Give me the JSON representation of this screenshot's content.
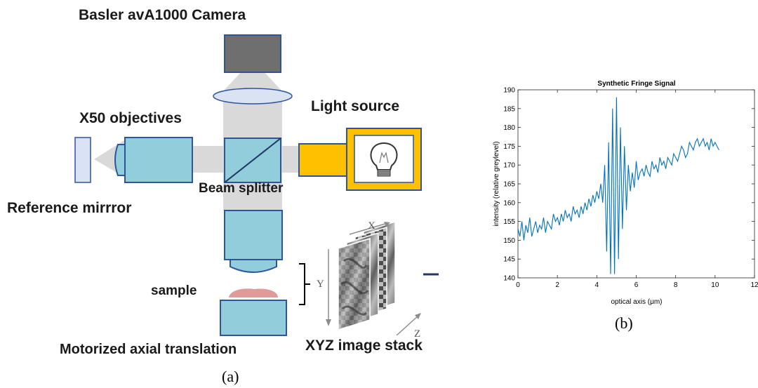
{
  "diagram": {
    "labels": {
      "camera": "Basler avA1000 Camera",
      "objectives": "X50 objectives",
      "light_source": "Light source",
      "beam_splitter": "Beam splitter",
      "reference_mirror": "Reference mirrror",
      "sample": "sample",
      "motorized": "Motorized axial translation",
      "stack": "XYZ image stack",
      "axis_x": "X",
      "axis_y": "Y",
      "axis_z": "Z"
    },
    "caption": "(a)",
    "colors": {
      "component_fill": "#92cddc",
      "component_stroke": "#2f5597",
      "camera_fill": "#6f6f6f",
      "beam": "#d9d9d9",
      "light_fill": "#ffc000",
      "lens_fill": "#dae3f3",
      "sample_fill": "#e09a9a",
      "mirror_fill": "#dae3f3"
    },
    "icons": [
      "light-bulb-icon",
      "image-stack-icon"
    ]
  },
  "chart_data": {
    "type": "line",
    "title": "Synthetic Fringe Signal",
    "xlabel": "optical axis (μm)",
    "ylabel": "intensity (relative greylevel)",
    "xlim": [
      0,
      12
    ],
    "ylim": [
      140,
      190
    ],
    "xticks": [
      "0",
      "2",
      "4",
      "6",
      "8",
      "10",
      "12"
    ],
    "yticks": [
      "140",
      "145",
      "150",
      "155",
      "160",
      "165",
      "170",
      "175",
      "180",
      "185",
      "190"
    ],
    "grid": false,
    "line_color": "#0072bd",
    "x": [
      0.0,
      0.1,
      0.2,
      0.3,
      0.4,
      0.5,
      0.6,
      0.7,
      0.8,
      0.9,
      1.0,
      1.1,
      1.2,
      1.3,
      1.4,
      1.5,
      1.6,
      1.7,
      1.8,
      1.9,
      2.0,
      2.1,
      2.2,
      2.3,
      2.4,
      2.5,
      2.6,
      2.7,
      2.8,
      2.9,
      3.0,
      3.1,
      3.2,
      3.3,
      3.4,
      3.5,
      3.6,
      3.7,
      3.8,
      3.9,
      4.0,
      4.1,
      4.2,
      4.3,
      4.4,
      4.5,
      4.6,
      4.7,
      4.8,
      4.9,
      5.0,
      5.1,
      5.2,
      5.3,
      5.4,
      5.5,
      5.6,
      5.7,
      5.8,
      5.9,
      6.0,
      6.1,
      6.2,
      6.3,
      6.4,
      6.5,
      6.6,
      6.7,
      6.8,
      6.9,
      7.0,
      7.1,
      7.2,
      7.3,
      7.4,
      7.5,
      7.6,
      7.7,
      7.8,
      7.9,
      8.0,
      8.1,
      8.2,
      8.3,
      8.4,
      8.5,
      8.6,
      8.7,
      8.8,
      8.9,
      9.0,
      9.1,
      9.2,
      9.3,
      9.4,
      9.5,
      9.6,
      9.7,
      9.8,
      9.9,
      10.0,
      10.1,
      10.2
    ],
    "y": [
      153,
      151,
      155,
      150,
      154,
      152,
      156,
      151,
      153,
      155,
      152,
      154,
      153,
      156,
      152,
      155,
      154,
      153,
      157,
      155,
      156,
      154,
      157,
      155,
      158,
      156,
      157,
      155,
      159,
      157,
      158,
      156,
      159,
      157,
      160,
      158,
      161,
      159,
      162,
      160,
      163,
      161,
      165,
      160,
      170,
      147,
      176,
      141,
      185,
      141,
      188,
      145,
      180,
      153,
      175,
      158,
      170,
      163,
      168,
      164,
      171,
      166,
      168,
      169,
      167,
      170,
      168,
      167,
      171,
      169,
      170,
      168,
      172,
      170,
      171,
      169,
      172,
      171,
      170,
      173,
      172,
      171,
      173,
      175,
      174,
      172,
      173,
      176,
      175,
      174,
      176,
      177,
      175,
      176,
      177,
      175,
      176,
      174,
      177,
      175,
      176,
      175,
      174
    ]
  },
  "chart_caption": "(b)"
}
